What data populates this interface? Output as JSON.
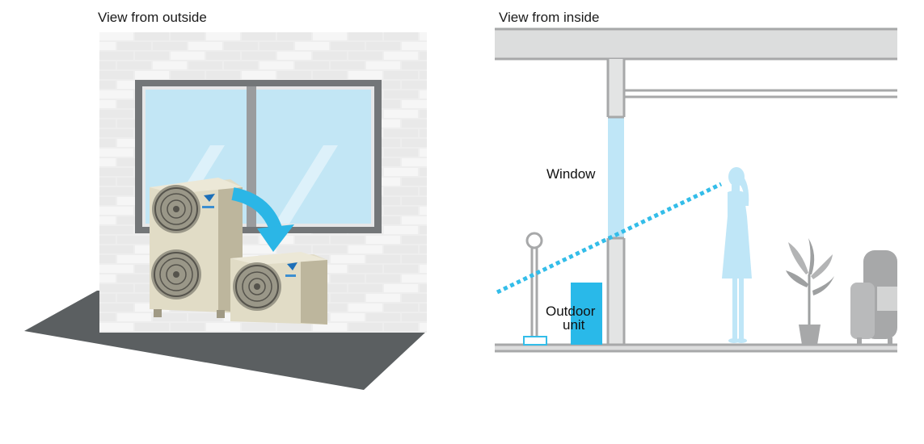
{
  "left": {
    "caption": "View from outside",
    "colors": {
      "wall": "#eeeeee",
      "floor": "#5b5f61",
      "unit": "#e1dcc6",
      "arrow": "#2bb6e6",
      "glass": "#c2e6f5"
    }
  },
  "right": {
    "caption": "View from inside",
    "labels": {
      "window": "Window",
      "outdoor_line1": "Outdoor",
      "outdoor_line2": "unit"
    },
    "colors": {
      "structure": "#c9cacb",
      "window": "#bfe6f7",
      "unit": "#29b9e9",
      "sightline": "#33bde9",
      "person": "#bfe6f7"
    }
  }
}
